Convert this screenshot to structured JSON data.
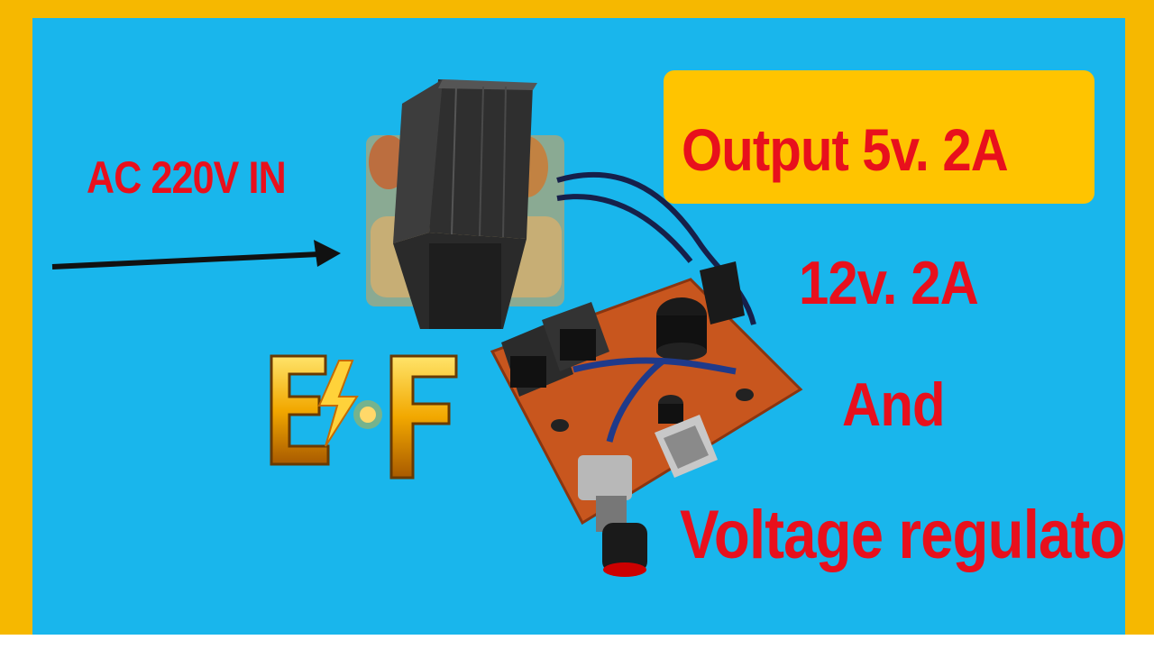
{
  "labels": {
    "input": "AC 220V IN",
    "output": "Output 5v. 2A",
    "output_12v": "12v. 2A",
    "and": "And",
    "regulator": "Voltage regulator"
  },
  "logo_text": "E·F",
  "colors": {
    "background": "#19b6ec",
    "frame": "#f6b800",
    "text_red": "#e8101c",
    "highlight_box": "#ffc400",
    "pcb": "#c8561e",
    "transformer_core": "#2a2a2a"
  }
}
